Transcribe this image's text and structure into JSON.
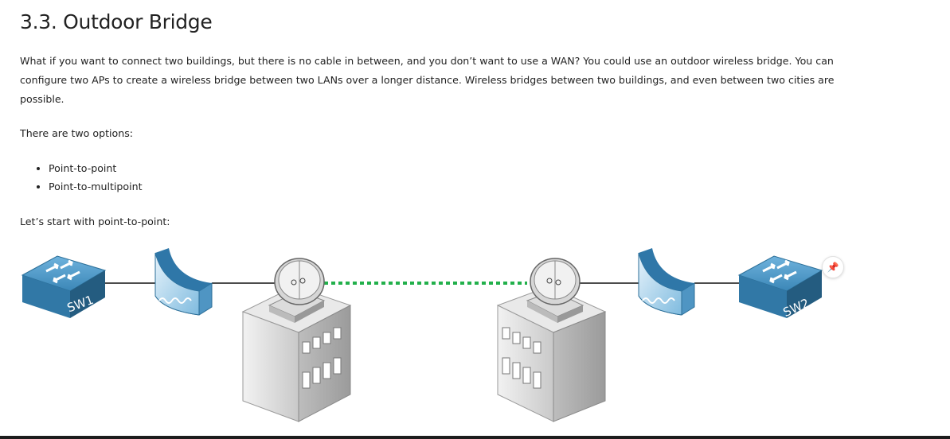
{
  "heading": "3.3. Outdoor Bridge",
  "intro": "What if you want to connect two buildings, but there is no cable in between, and you don’t want to use a WAN? You could use an outdoor wireless bridge. You can configure two APs to create a wireless bridge between two LANs over a longer distance. Wireless bridges between two buildings, and even between two cities are possible.",
  "options_intro": "There are two options:",
  "options": [
    "Point-to-point",
    "Point-to-multipoint"
  ],
  "start_text": "Let’s start with point-to-point:",
  "diagram": {
    "switch_left": "SW1",
    "switch_right": "SW2"
  },
  "colors": {
    "switch_blue": "#3b87b7",
    "wireless_link": "#22b04b"
  },
  "icons": {
    "pin": "pin-icon"
  }
}
